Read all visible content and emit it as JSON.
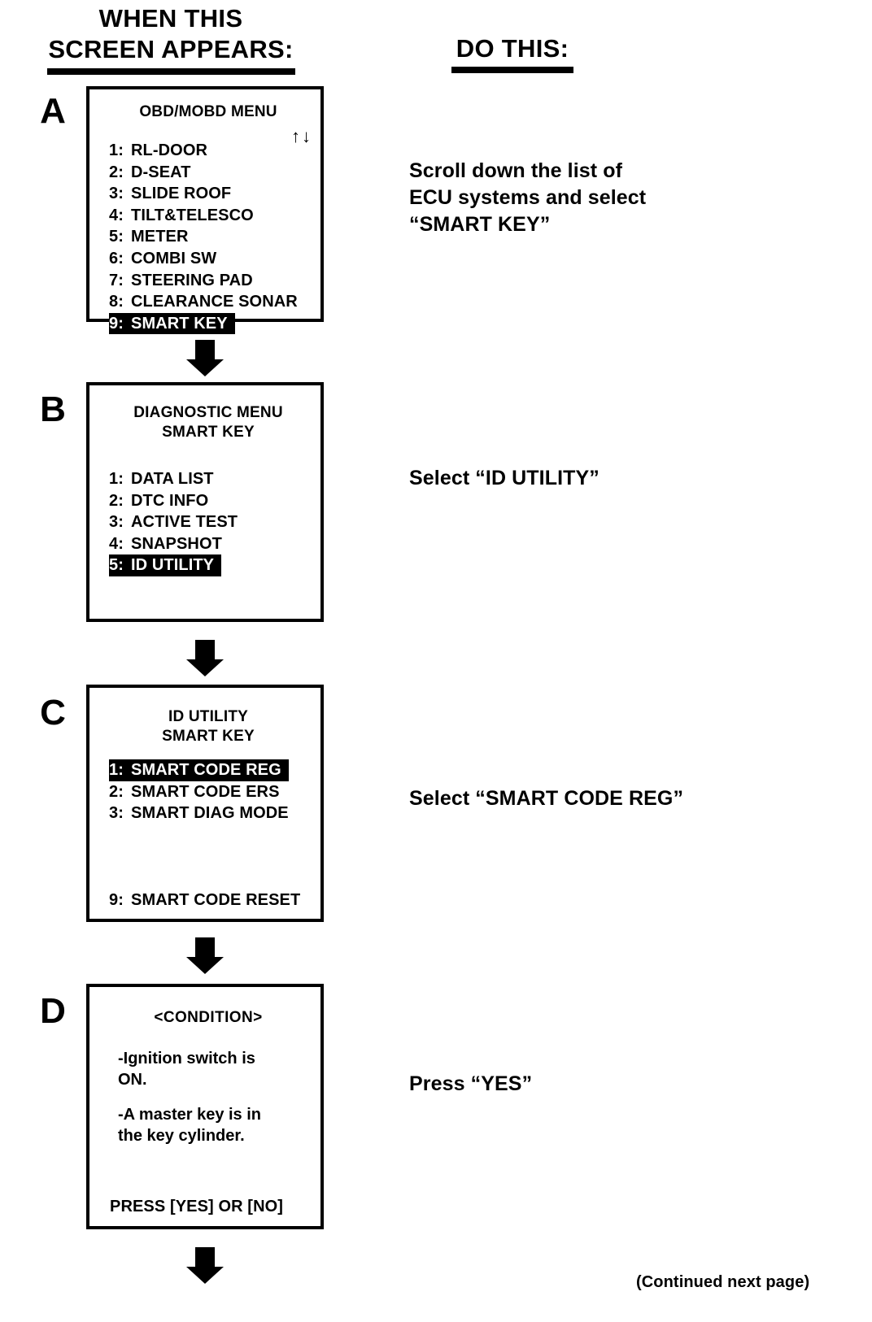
{
  "header": {
    "left_line1": "WHEN THIS",
    "left_line2": "SCREEN APPEARS:",
    "right": "DO THIS:"
  },
  "steps": [
    {
      "letter": "A",
      "screen": {
        "title": "OBD/MOBD MENU",
        "scroll_indicator": "↑↓",
        "items": [
          {
            "num": "1:",
            "label": "RL-DOOR",
            "selected": false
          },
          {
            "num": "2:",
            "label": "D-SEAT",
            "selected": false
          },
          {
            "num": "3:",
            "label": "SLIDE ROOF",
            "selected": false
          },
          {
            "num": "4:",
            "label": "TILT&TELESCO",
            "selected": false
          },
          {
            "num": "5:",
            "label": "METER",
            "selected": false
          },
          {
            "num": "6:",
            "label": "COMBI SW",
            "selected": false
          },
          {
            "num": "7:",
            "label": "STEERING PAD",
            "selected": false
          },
          {
            "num": "8:",
            "label": "CLEARANCE SONAR",
            "selected": false
          },
          {
            "num": "9:",
            "label": "SMART KEY",
            "selected": true
          }
        ]
      },
      "instruction": "Scroll down the list of\nECU systems and select\n“SMART KEY”"
    },
    {
      "letter": "B",
      "screen": {
        "title": "DIAGNOSTIC MENU\nSMART KEY",
        "items": [
          {
            "num": "1:",
            "label": "DATA LIST",
            "selected": false
          },
          {
            "num": "2:",
            "label": "DTC INFO",
            "selected": false
          },
          {
            "num": "3:",
            "label": "ACTIVE TEST",
            "selected": false
          },
          {
            "num": "4:",
            "label": "SNAPSHOT",
            "selected": false
          },
          {
            "num": "5:",
            "label": "ID UTILITY",
            "selected": true
          }
        ]
      },
      "instruction": "Select “ID UTILITY”"
    },
    {
      "letter": "C",
      "screen": {
        "title": "ID UTILITY\nSMART KEY",
        "items": [
          {
            "num": "1:",
            "label": "SMART CODE REG",
            "selected": true
          },
          {
            "num": "2:",
            "label": "SMART CODE ERS",
            "selected": false
          },
          {
            "num": "3:",
            "label": "SMART DIAG MODE",
            "selected": false
          }
        ],
        "footer_item": {
          "num": "9:",
          "label": "SMART CODE RESET",
          "selected": false
        }
      },
      "instruction": "Select “SMART CODE REG”"
    },
    {
      "letter": "D",
      "screen": {
        "title": "<CONDITION>",
        "conditions": [
          "-Ignition switch is\n ON.",
          "-A master key is in\n the key cylinder."
        ],
        "footer": "PRESS [YES] OR [NO]"
      },
      "instruction": "Press “YES”"
    }
  ],
  "footer": {
    "continued": "(Continued next page)"
  }
}
